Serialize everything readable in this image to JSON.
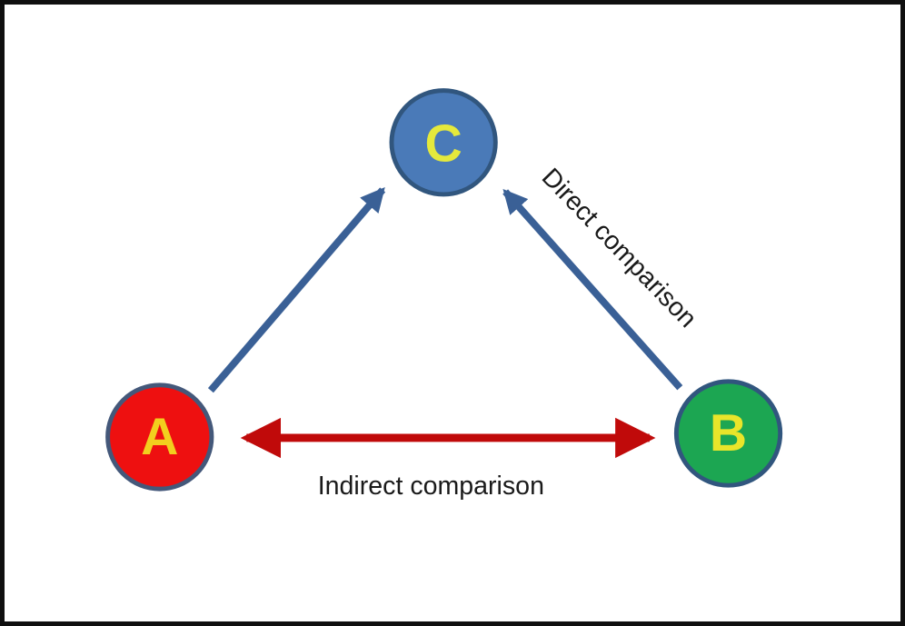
{
  "frame": {
    "background": "#ffffff",
    "border_color": "#0f0f0f"
  },
  "diagram": {
    "nodes": [
      {
        "id": "A",
        "letter": "A",
        "fill": "#ee1010",
        "stroke": "#44587a",
        "letter_color": "#f2cf1e"
      },
      {
        "id": "B",
        "letter": "B",
        "fill": "#1ca652",
        "stroke": "#31567e",
        "letter_color": "#e9e52a"
      },
      {
        "id": "C",
        "letter": "C",
        "fill": "#4a7ab8",
        "stroke": "#31567e",
        "letter_color": "#e5e93c"
      }
    ],
    "edges": {
      "a_to_c": {
        "color": "#3a6096",
        "label": ""
      },
      "b_to_c": {
        "color": "#3a6096",
        "label": "Direct comparison"
      },
      "a_to_b": {
        "color": "#c00a0a",
        "label": "Indirect comparison"
      }
    },
    "label_color": "#1a1a1a"
  }
}
